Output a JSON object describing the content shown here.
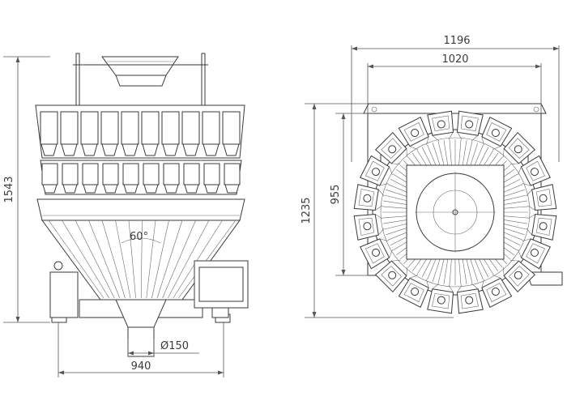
{
  "dimensions": {
    "front_height": "1543",
    "front_width": "940",
    "outlet_diameter": "Ø150",
    "cone_angle": "60°",
    "top_overall_width": "1196",
    "top_frame_width": "1020",
    "top_overall_height": "1235",
    "top_frame_height": "955"
  },
  "views": {
    "front": {
      "head_columns": 10,
      "hopper_rows": 2
    },
    "top": {
      "bucket_count": 20
    }
  }
}
